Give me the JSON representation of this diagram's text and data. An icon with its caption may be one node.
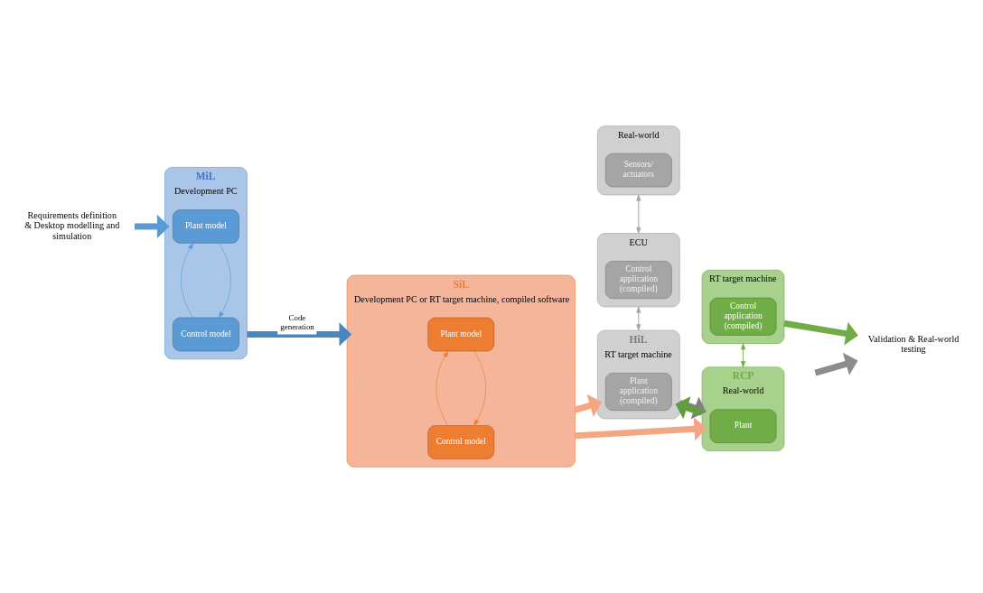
{
  "diagram": {
    "nodes": [
      {
        "text": [
          "Development PC"
        ],
        "beside": [
          "MiL"
        ]
      },
      {
        "text": [
          "Plant model"
        ],
        "in": 0
      },
      {
        "text": [
          "Control model"
        ],
        "in": 0
      },
      {
        "text": [
          "Development PC or RT target machine, compiled software"
        ],
        "beside": [
          "SiL"
        ]
      },
      {
        "text": [
          "Plant model"
        ],
        "in": 3
      },
      {
        "text": [
          "Control model"
        ],
        "in": 3
      },
      {
        "text": [
          "RT target machine"
        ],
        "beside": [
          "HiL"
        ]
      },
      {
        "text": [
          "Plant application (compiled)"
        ],
        "in": 6
      },
      {
        "text": [
          "ECU"
        ]
      },
      {
        "text": [
          "Control application (compiled)"
        ],
        "in": 8
      },
      {
        "text": [
          "Real-world"
        ]
      },
      {
        "text": [
          "Sensors/ actuators"
        ],
        "in": 10
      },
      {
        "text": [
          "Real-world"
        ],
        "beside": [
          "RCP"
        ]
      },
      {
        "text": [
          "Plant"
        ],
        "in": 12
      },
      {
        "text": [
          "RT target machine"
        ]
      },
      {
        "text": [
          "Control application (compiled)"
        ],
        "in": 14
      },
      {
        "text": [
          "Requirements definition & Desktop modelling and simulation"
        ]
      },
      {
        "text": [
          "Validation & Real-world testing"
        ]
      }
    ],
    "edges": [
      {
        "from": 16,
        "to": 0,
        "arrow": "to",
        "style": "thick",
        "color": "#5b9bd5"
      },
      {
        "from": 1,
        "to": 2,
        "arrow": "to",
        "color": "#5b9bd5"
      },
      {
        "from": 2,
        "to": 1,
        "arrow": "to",
        "color": "#5b9bd5"
      },
      {
        "from": 0,
        "to": 3,
        "arrow": "to",
        "label": "Code generation",
        "style": "thick",
        "color": "#4a86c0"
      },
      {
        "from": 4,
        "to": 5,
        "arrow": "to",
        "color": "#ed7d31"
      },
      {
        "from": 5,
        "to": 4,
        "arrow": "to",
        "color": "#ed7d31"
      },
      {
        "from": 3,
        "to": 6,
        "arrow": "to",
        "style": "thick",
        "color": "#f4a582"
      },
      {
        "from": 3,
        "to": 12,
        "arrow": "to",
        "style": "thick",
        "color": "#f4a582"
      },
      {
        "from": 6,
        "to": 12,
        "arrow": "to",
        "style": "thick",
        "color": "#808080"
      },
      {
        "from": 12,
        "to": 6,
        "arrow": "to",
        "style": "thick",
        "color": "#5f9e3a"
      },
      {
        "from": 6,
        "to": 8,
        "arrow": "to"
      },
      {
        "from": 8,
        "to": 6,
        "arrow": "to"
      },
      {
        "from": 8,
        "to": 10,
        "arrow": "to"
      },
      {
        "from": 10,
        "to": 8,
        "arrow": "to"
      },
      {
        "from": null,
        "to": 17,
        "arrow": "to",
        "style": "thick",
        "color": "#8c8c8c"
      },
      {
        "from": 14,
        "to": 17,
        "arrow": "to",
        "style": "thick",
        "color": "#70ad47"
      },
      {
        "from": 12,
        "to": 14,
        "arrow": "to",
        "color": "#70ad47"
      },
      {
        "from": 14,
        "to": 12,
        "arrow": "to",
        "color": "#70ad47"
      }
    ]
  }
}
